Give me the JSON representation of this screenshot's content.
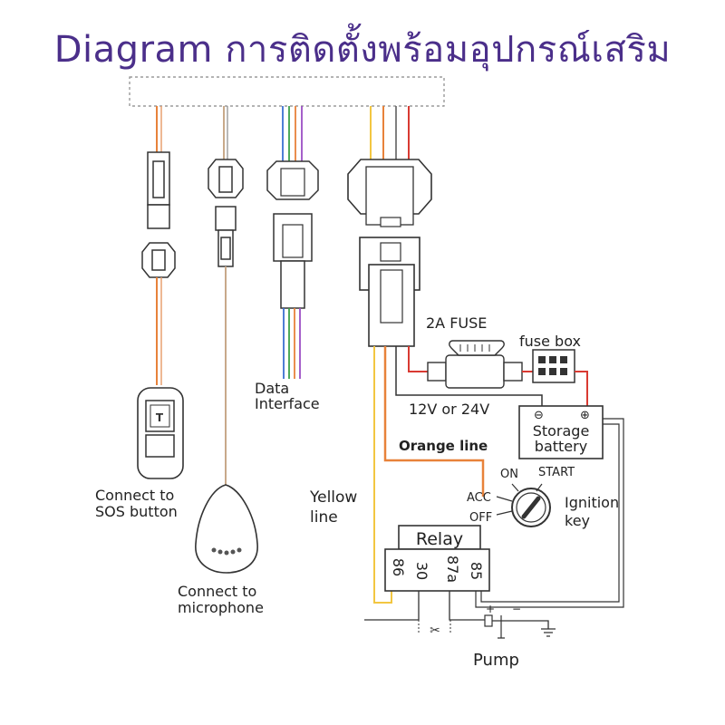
{
  "title": "Diagram การติดตั้งพร้อมอุปกรณ์เสริม",
  "colors": {
    "title": "#4b2f8a",
    "orange_wire": "#e8823a",
    "yellow_wire": "#f2c641",
    "red_wire": "#d93a32",
    "green_wire": "#3aa14a",
    "blue_wire": "#3b6fd1",
    "purple_wire": "#9b4fc4",
    "black": "#222222"
  },
  "labels": {
    "connect_sos": [
      "Connect to",
      "SOS button"
    ],
    "connect_mic": [
      "Connect to",
      "microphone"
    ],
    "data_interface": [
      "Data",
      "Interface"
    ],
    "fuse": "2A FUSE",
    "fuse_box": "fuse box",
    "voltage": "12V or 24V",
    "battery": [
      "Storage",
      "battery"
    ],
    "battery_minus": "⊖",
    "battery_plus": "⊕",
    "orange_line": "Orange line",
    "yellow_line": [
      "Yellow",
      "line"
    ],
    "acc": "ACC",
    "on": "ON",
    "start": "START",
    "off": "OFF",
    "ignition": [
      "Ignition",
      "key"
    ],
    "relay": "Relay",
    "relay_pins": [
      "86",
      "30",
      "87a",
      "85"
    ],
    "pump": "Pump",
    "pump_plus": "+",
    "pump_minus": "−"
  }
}
